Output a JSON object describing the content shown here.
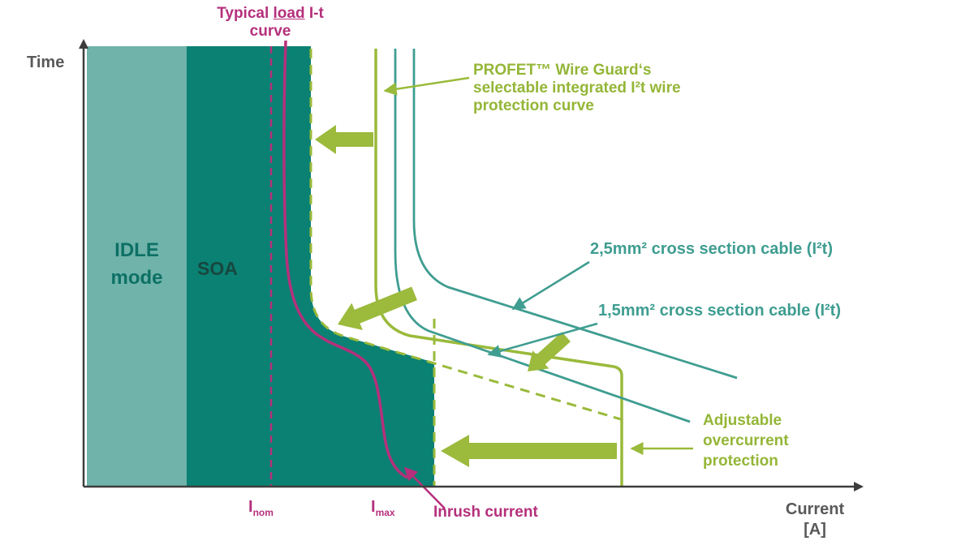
{
  "colors": {
    "idle_fill": "#6fb3aa",
    "soa_fill": "#0a8173",
    "magenta": "#b5307c",
    "green": "#9aba3b",
    "green_text": "#94b637",
    "teal_curve": "#3f9d91",
    "axis": "#3d3d3d",
    "axis_label_gray": "#595959",
    "idle_text": "#0d7065",
    "soa_text": "#17473f"
  },
  "axis": {
    "y": "Time",
    "x_line1": "Current",
    "x_line2": "[A]"
  },
  "regions": {
    "idle_line1": "IDLE",
    "idle_line2": "mode",
    "soa": "SOA"
  },
  "annotations": {
    "typical_load": {
      "prefix": "Typical ",
      "underlined": "load",
      "suffix": " I-t",
      "line2": "curve"
    },
    "profet": {
      "line1": "PROFET™ Wire Guard‘s",
      "line2": "selectable integrated I²t wire",
      "line3": "protection curve"
    },
    "cable_2_5": "2,5mm² cross section cable (I²t)",
    "cable_1_5": "1,5mm² cross section cable (I²t)",
    "overcurrent": {
      "line1": "Adjustable",
      "line2": "overcurrent",
      "line3": "protection"
    },
    "inrush": "Inrush current"
  },
  "axis_markers": {
    "i_nom_base": "I",
    "i_nom_sub": "nom",
    "i_max_base": "I",
    "i_max_sub": "max"
  }
}
